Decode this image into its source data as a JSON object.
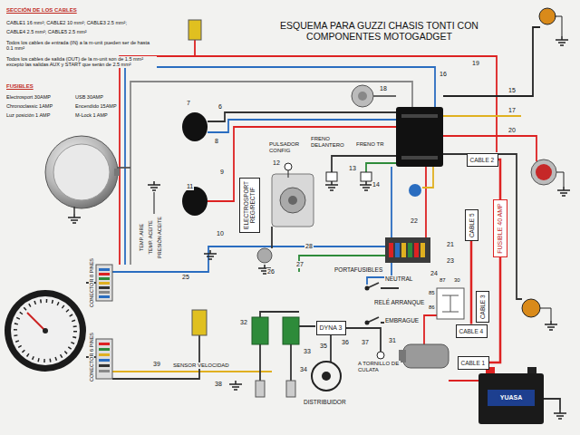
{
  "diagram": {
    "title": "ESQUEMA PARA GUZZI CHASIS TONTI CON COMPONENTES MOTOGADGET",
    "nodes": [
      {
        "text": [
          "ELECTROSPORT REG/RECTIF"
        ]
      },
      {
        "text": [
          "DYNA 3"
        ]
      },
      {
        "text": [
          "CABLE 2"
        ]
      },
      {
        "text": [
          "CABLE 5"
        ]
      },
      {
        "text": [
          "FUSIBLE 40 AMP"
        ]
      },
      {
        "text": [
          "CABLE 4"
        ]
      },
      {
        "text": [
          "CABLE 3"
        ]
      },
      {
        "text": [
          "CABLE 1"
        ]
      }
    ],
    "edges": [
      {
        "from": 2,
        "to": 4,
        "arrow": "none"
      },
      {
        "from": 3,
        "to": 5,
        "arrow": "none"
      },
      {
        "from": 4,
        "to": 7,
        "arrow": "none"
      }
    ],
    "labels": [
      "SECCIÓN DE LOS CABLES",
      "CABLE1 16 mm²; CABLE2 10 mm²; CABLE3 2.5 mm²;",
      "CABLE4 2.5 mm²; CABLE5 2.5 mm²",
      "Todos los cables de entrada (IN) a la m-unit pueden ser de hasta 0.1 mm²",
      "Todos los cables de salida (OUT) de la m-unit son de 1.5 mm² excepto las salidas AUX y START que serán de 2.5 mm²",
      "FUSIBLES",
      "Electrosport 30AMP",
      "USB 30AMP",
      "Chronoclassic 1AMP",
      "Encendido 15AMP",
      "Luz posición 1 AMP",
      "M-Lock 1 AMP",
      "PULSADOR CONFIG",
      "FRENO DELANTERO",
      "FRENO TR",
      "PORTAFUSIBLES",
      "NEUTRAL",
      "RELÉ ARRANQUE",
      "EMBRAGUE",
      "A TORNILLO DE CULATA",
      "DISTRIBUIDOR",
      "SENSOR VELOCIDAD",
      "YUASA",
      "CONECTOR 8 PINES",
      "CONECTOR 6 PINES",
      "TEMP. AIRE",
      "TEMP. ACEITE",
      "PRESIÓN ACEITE",
      "85",
      "86",
      "87",
      "30",
      "6",
      "7",
      "8",
      "9",
      "10",
      "11",
      "12",
      "13",
      "14",
      "15",
      "16",
      "17",
      "18",
      "19",
      "20",
      "21",
      "22",
      "23",
      "24",
      "25",
      "26",
      "27",
      "28",
      "31",
      "32",
      "33",
      "34",
      "35",
      "36",
      "37",
      "38",
      "39"
    ]
  }
}
